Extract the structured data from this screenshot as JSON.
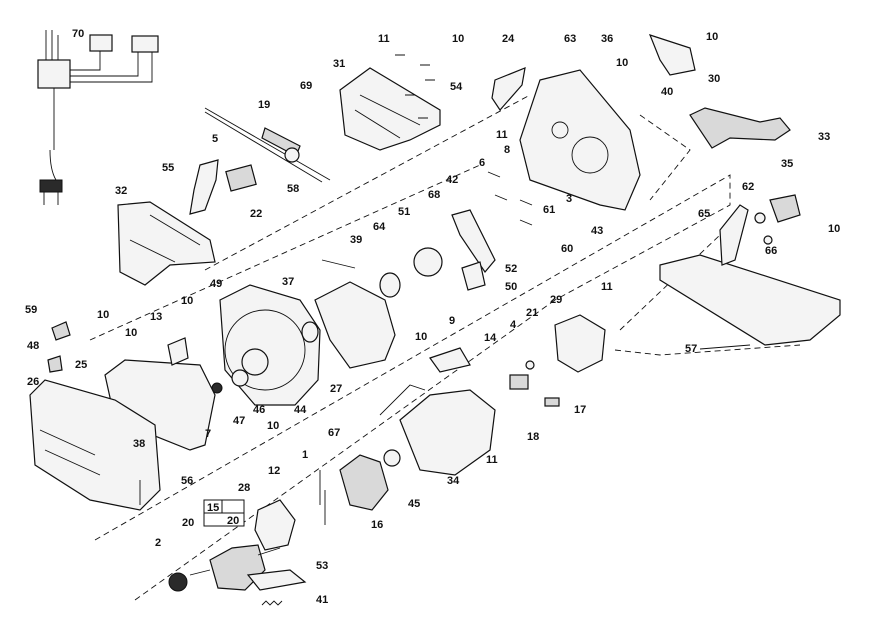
{
  "callouts": {
    "c1": "1",
    "c2": "2",
    "c3": "3",
    "c4": "4",
    "c5": "5",
    "c6": "6",
    "c7": "7",
    "c8": "8",
    "c9": "9",
    "c10a": "10",
    "c10b": "10",
    "c10c": "10",
    "c10d": "10",
    "c10e": "10",
    "c10f": "10",
    "c10g": "10",
    "c10h": "10",
    "c10i": "10",
    "c11a": "11",
    "c11b": "11",
    "c11c": "11",
    "c11d": "11",
    "c12": "12",
    "c13": "13",
    "c14": "14",
    "c15": "15",
    "c16": "16",
    "c17": "17",
    "c18": "18",
    "c19": "19",
    "c20": "20",
    "c20b": "20",
    "c21": "21",
    "c22": "22",
    "c24": "24",
    "c25": "25",
    "c26": "26",
    "c27": "27",
    "c28": "28",
    "c29": "29",
    "c30": "30",
    "c31": "31",
    "c32": "32",
    "c33": "33",
    "c34": "34",
    "c35": "35",
    "c36": "36",
    "c37": "37",
    "c38": "38",
    "c39": "39",
    "c40": "40",
    "c41": "41",
    "c42": "42",
    "c43": "43",
    "c44": "44",
    "c45": "45",
    "c46": "46",
    "c47": "47",
    "c48": "48",
    "c49": "49",
    "c50": "50",
    "c51": "51",
    "c52": "52",
    "c53": "53",
    "c54": "54",
    "c55": "55",
    "c56": "56",
    "c57": "57",
    "c58": "58",
    "c59": "59",
    "c60": "60",
    "c61": "61",
    "c62": "62",
    "c63": "63",
    "c64": "64",
    "c65": "65",
    "c66": "66",
    "c67": "67",
    "c68": "68",
    "c69": "69",
    "c70": "70"
  }
}
